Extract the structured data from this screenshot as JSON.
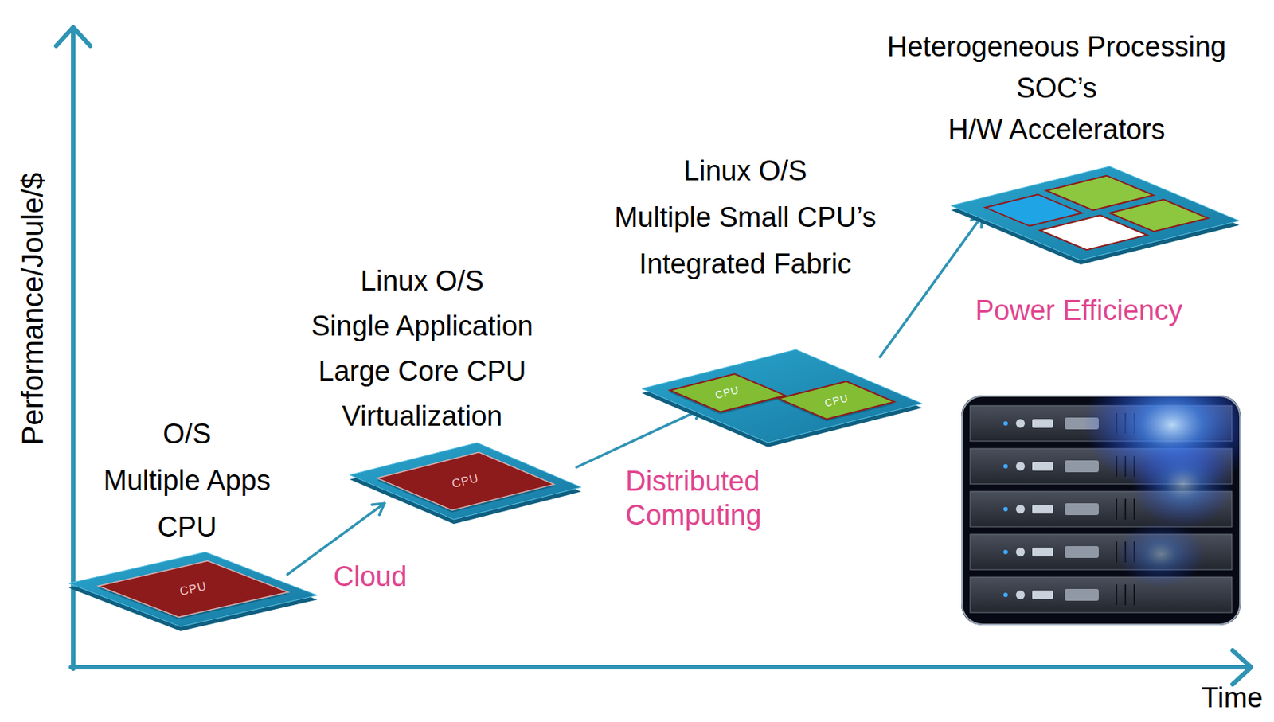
{
  "diagram": {
    "nodes": [
      {
        "text": [
          "O/S",
          "Multiple Apps",
          "CPU"
        ]
      },
      {
        "text": [
          "CPU"
        ],
        "in": 0
      },
      {
        "text": [
          "Linux O/S",
          "Single Application",
          "Large Core CPU",
          "Virtualization"
        ]
      },
      {
        "text": [
          "CPU"
        ],
        "in": 2
      },
      {
        "text": [
          "Linux O/S",
          "Multiple Small CPU’s",
          "Integrated Fabric"
        ]
      },
      {
        "text": [
          "CPU"
        ],
        "in": 4
      },
      {
        "text": [
          "CPU"
        ],
        "in": 4
      },
      {
        "text": [
          "Heterogeneous Processing",
          "SOC’s",
          "H/W Accelerators"
        ]
      }
    ],
    "edges": [
      {
        "from": 0,
        "to": 2,
        "arrow": "to",
        "label": "Cloud"
      },
      {
        "from": 2,
        "to": 4,
        "arrow": "to",
        "label": "Distributed Computing"
      },
      {
        "from": 4,
        "to": 7,
        "arrow": "to",
        "label": "Power Efficiency"
      }
    ],
    "labels": [
      "Performance/Joule/$",
      "Time"
    ]
  }
}
